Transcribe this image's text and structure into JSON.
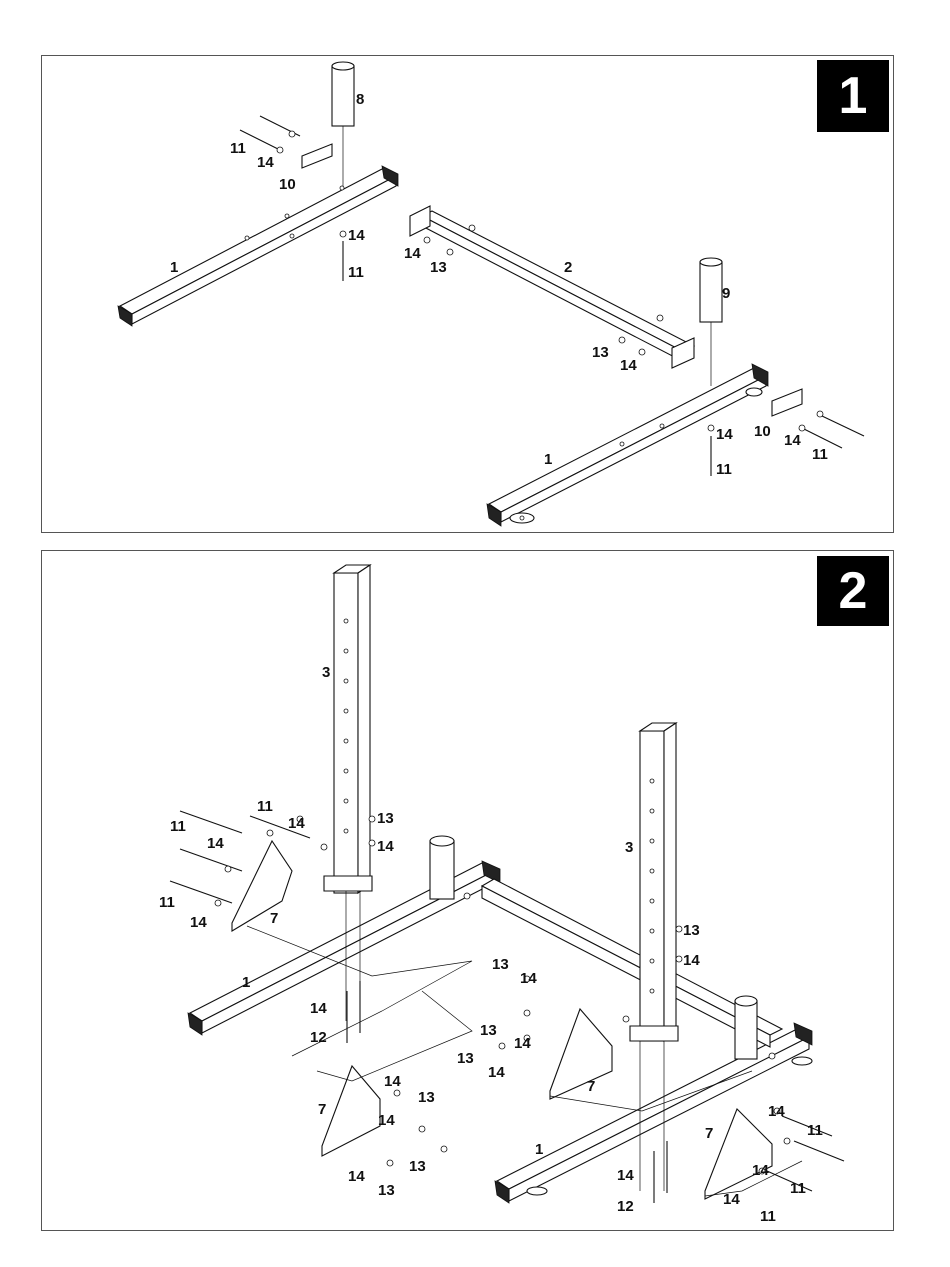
{
  "steps": [
    {
      "badge": "1",
      "callouts": {
        "c8": "8",
        "c9": "9",
        "c11a": "11",
        "c14a": "14",
        "c10a": "10",
        "c14b": "14",
        "c11b": "11",
        "c14c": "14",
        "c13a": "13",
        "c1a": "1",
        "c2": "2",
        "c13b": "13",
        "c14d": "14",
        "c10b": "10",
        "c14e": "14",
        "c11c": "11",
        "c14f": "14",
        "c11d": "11",
        "c1b": "1"
      }
    },
    {
      "badge": "2",
      "callouts": {
        "c3a": "3",
        "c3b": "3",
        "c11a": "11",
        "c14a": "14",
        "c11b": "11",
        "c14b": "14",
        "c13a": "13",
        "c14c": "14",
        "c11c": "11",
        "c14d": "14",
        "c7a": "7",
        "c1a": "1",
        "c14e": "14",
        "c12a": "12",
        "c13b": "13",
        "c14f": "14",
        "c13c": "13",
        "c14g": "14",
        "c13d": "13",
        "c14h": "14",
        "c7b": "7",
        "c13e": "13",
        "c14i": "14",
        "c7c": "7",
        "c14j": "14",
        "c13f": "13",
        "c14k": "14",
        "c13g": "13",
        "c14l": "14",
        "c13h": "13",
        "c1b": "1",
        "c14m": "14",
        "c12b": "12",
        "c7d": "7",
        "c14n": "14",
        "c11d": "11",
        "c14o": "14",
        "c11e": "11",
        "c14p": "14",
        "c11f": "11"
      }
    }
  ]
}
